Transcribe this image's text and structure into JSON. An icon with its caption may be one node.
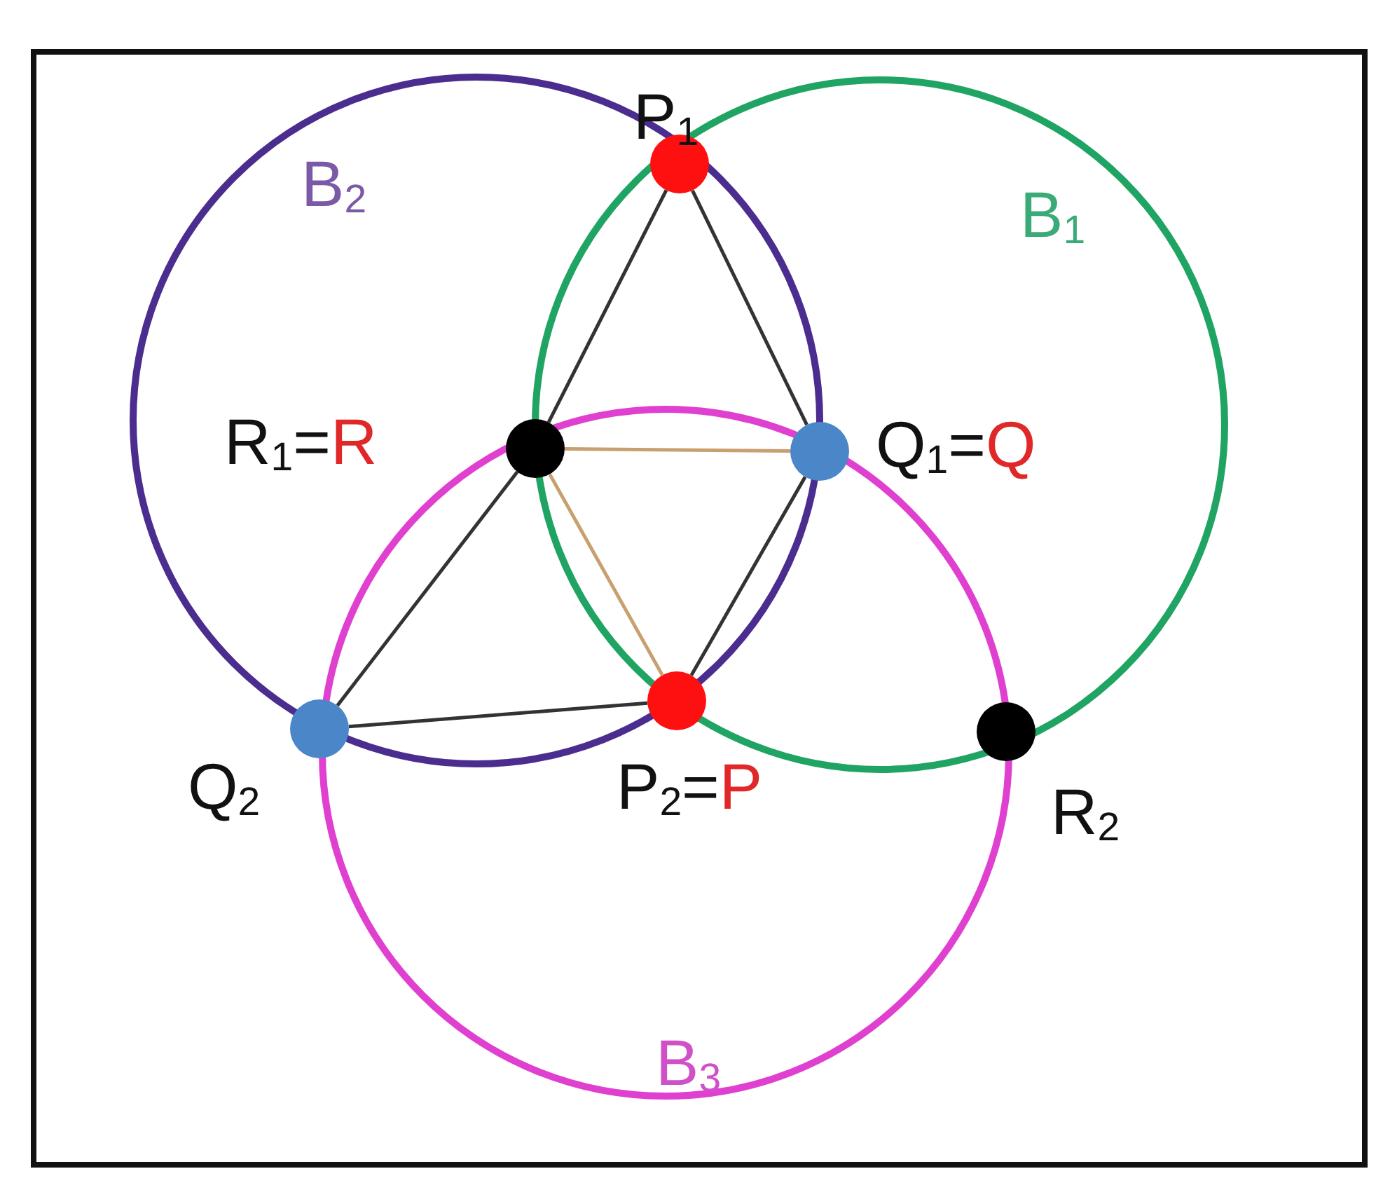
{
  "diagram": {
    "nodes": [
      {
        "text": [
          "P$_{1}$"
        ]
      },
      {
        "text": [
          "R$_{1}$=",
          "R"
        ]
      },
      {
        "text": [
          "Q$_{1}$=",
          "Q"
        ]
      },
      {
        "text": [
          "Q$_{2}$"
        ]
      },
      {
        "text": [
          "P$_{2}$=",
          "P"
        ]
      },
      {
        "text": [
          "R$_{2}$"
        ]
      }
    ],
    "edges": [
      {
        "from": 0,
        "to": 1,
        "arrow": "none"
      },
      {
        "from": 0,
        "to": 2,
        "arrow": "none"
      },
      {
        "from": 1,
        "to": 2,
        "arrow": "none",
        "color": "#c8a070"
      },
      {
        "from": 1,
        "to": 3,
        "arrow": "none"
      },
      {
        "from": 1,
        "to": 4,
        "arrow": "none",
        "color": "#c8a070"
      },
      {
        "from": 2,
        "to": 4,
        "arrow": "none"
      },
      {
        "from": 3,
        "to": 4,
        "arrow": "none"
      }
    ],
    "labels": [
      "B$_{2}$",
      "B$_{1}$",
      "B$_{3}$"
    ]
  }
}
